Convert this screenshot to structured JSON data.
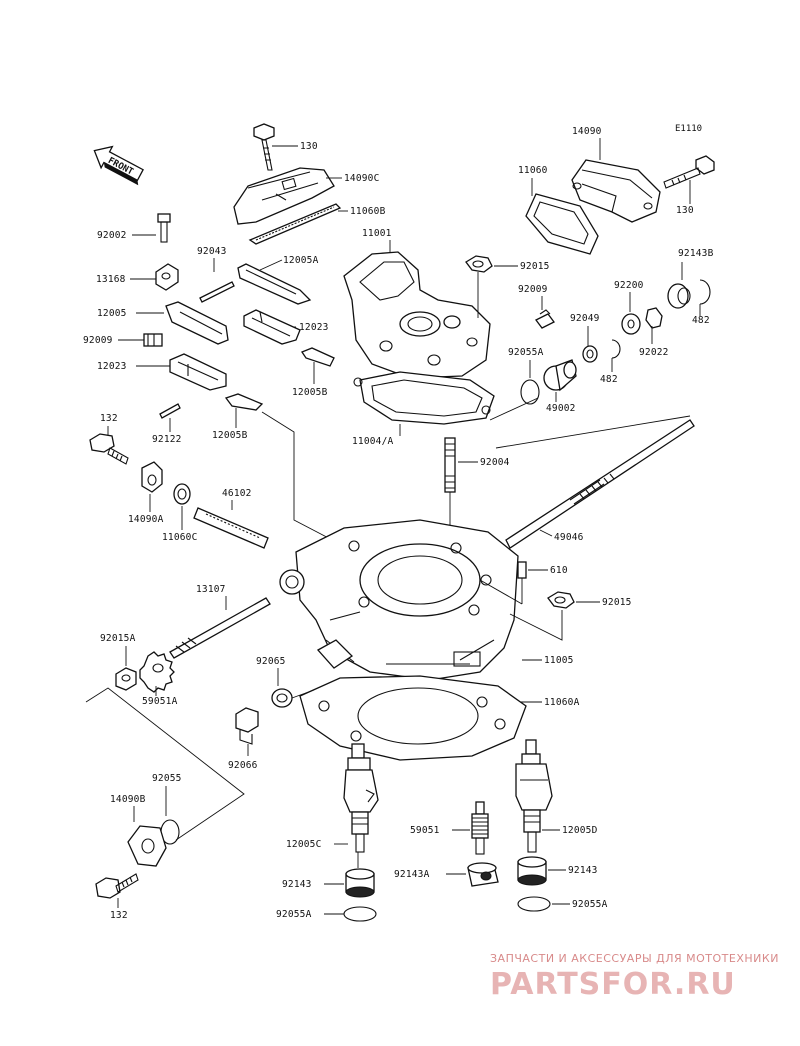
{
  "figure_code": "E1110",
  "front_label": "FRONT",
  "parts": {
    "p130a": "130",
    "p14090c": "14090C",
    "p11060b": "11060B",
    "p14090": "14090",
    "p11060": "11060",
    "p130b": "130",
    "p92002": "92002",
    "p92043": "92043",
    "p13168": "13168",
    "p12005a": "12005A",
    "p11001": "11001",
    "p92015a_top": "92015",
    "p92143b": "92143B",
    "p12005": "12005",
    "p92009a": "92009",
    "p92200": "92200",
    "p12023a": "12023",
    "p92049": "92049",
    "p482a": "482",
    "p92009b": "92009",
    "p12023b": "12023",
    "p12005b_a": "12005B",
    "p92055a_top": "92055A",
    "p92022": "92022",
    "p482b": "482",
    "p49002": "49002",
    "p92122": "92122",
    "p12005b_b": "12005B",
    "p11004a": "11004/A",
    "p132a": "132",
    "p92004": "92004",
    "p46102": "46102",
    "p14090a": "14090A",
    "p11060c": "11060C",
    "p49046": "49046",
    "p610": "610",
    "p13107": "13107",
    "p92015_mid": "92015",
    "p92015a": "92015A",
    "p92065": "92065",
    "p11005": "11005",
    "p59051a": "59051A",
    "p11060a": "11060A",
    "p92066": "92066",
    "p92055": "92055",
    "p14090b": "14090B",
    "p59051": "59051",
    "p12005d": "12005D",
    "p12005c": "12005C",
    "p92143a": "92143A",
    "p92143_right": "92143",
    "p92143_left": "92143",
    "p92055a_left": "92055A",
    "p92055a_right": "92055A",
    "p132b": "132"
  },
  "watermark": {
    "subtitle": "ЗАПЧАСТИ И АКСЕССУАРЫ ДЛЯ МОТОТЕХНИКИ",
    "brand": "PARTSFOR.RU"
  },
  "colors": {
    "line": "#111111",
    "watermark": "#e7b4b4"
  }
}
